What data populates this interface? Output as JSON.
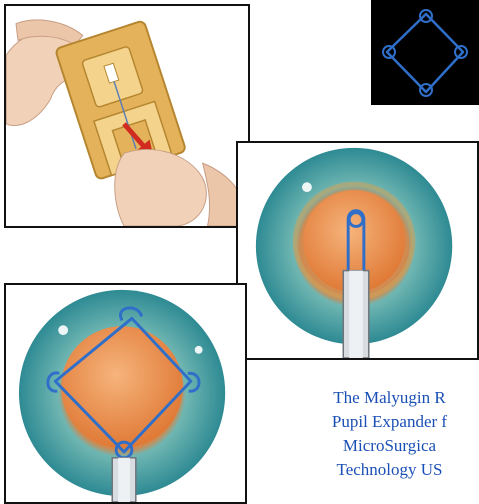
{
  "figures": {
    "hands": "hands-holding-injector-illustration",
    "ring_black": "malyugin-ring-on-black",
    "eye_inject": "eye-ring-injection-illustration",
    "eye_ring": "eye-ring-deployed-illustration"
  },
  "caption": {
    "lines": [
      "The Malyugin R",
      "Pupil Expander f",
      "MicroSurgica",
      "Technology US"
    ]
  },
  "colors": {
    "ring_blue": "#2f6fc9",
    "caption_text": "#1a4fb5",
    "iris_teal": "#4aa6a8",
    "pupil_orange": "#e8833f",
    "injector_gold": "#e3b25b"
  }
}
